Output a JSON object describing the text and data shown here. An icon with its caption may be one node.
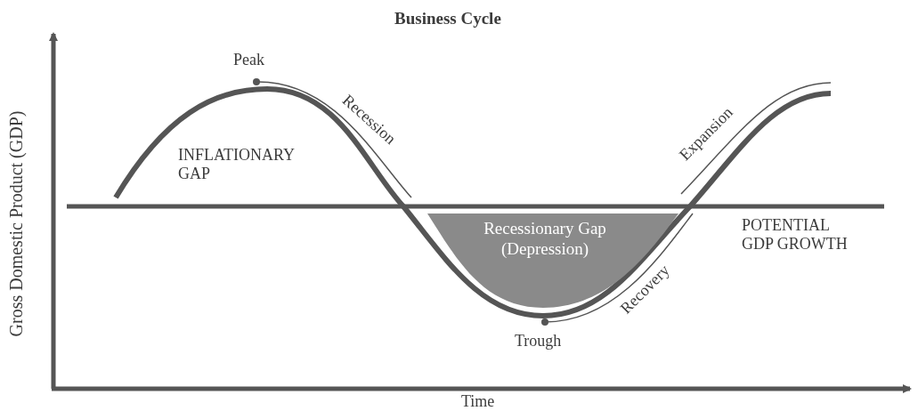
{
  "diagram": {
    "title": "Business Cycle",
    "nodes": [
      {
        "text": [
          "Recessionary Gap (Depression)"
        ]
      }
    ],
    "labels": [
      "Peak",
      "Recession",
      "INFLATIONARY GAP",
      "Expansion",
      "Gross Domestic Product (GDP)",
      "POTENTIAL GDP GROWTH",
      "Recovery",
      "Trough",
      "Time"
    ]
  }
}
